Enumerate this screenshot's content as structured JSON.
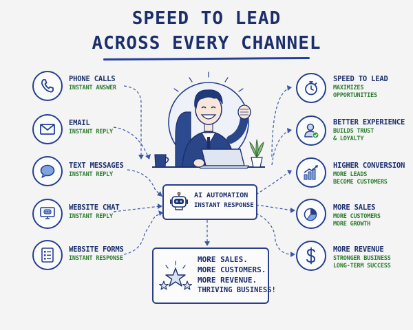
{
  "title": {
    "line1": "SPEED TO LEAD",
    "line2": "ACROSS EVERY CHANNEL"
  },
  "channels": [
    {
      "label": "PHONE CALLS",
      "sub": "INSTANT ANSWER",
      "icon": "phone-icon"
    },
    {
      "label": "EMAIL",
      "sub": "INSTANT REPLY",
      "icon": "envelope-icon"
    },
    {
      "label": "TEXT MESSAGES",
      "sub": "INSTANT REPLY",
      "icon": "chat-bubble-icon"
    },
    {
      "label": "WEBSITE CHAT",
      "sub": "INSTANT REPLY",
      "icon": "monitor-chat-icon"
    },
    {
      "label": "WEBSITE FORMS",
      "sub": "INSTANT RESPONSE",
      "icon": "form-list-icon"
    }
  ],
  "benefits": [
    {
      "label": "SPEED TO LEAD",
      "sub1": "MAXIMIZES",
      "sub2": "OPPORTUNITIES",
      "icon": "stopwatch-icon"
    },
    {
      "label": "BETTER EXPERIENCE",
      "sub1": "BUILDS TRUST",
      "sub2": "& LOYALTY",
      "icon": "user-check-icon"
    },
    {
      "label": "HIGHER CONVERSION",
      "sub1": "MORE LEADS",
      "sub2": "BECOME CUSTOMERS",
      "icon": "bar-chart-growth-icon"
    },
    {
      "label": "MORE SALES",
      "sub1": "MORE CUSTOMERS",
      "sub2": "MORE GROWTH",
      "icon": "pie-chart-icon"
    },
    {
      "label": "MORE REVENUE",
      "sub1": "STRONGER BUSINESS",
      "sub2": "LONG-TERM SUCCESS",
      "icon": "dollar-icon"
    }
  ],
  "automation": {
    "label": "AI AUTOMATION",
    "sub": "INSTANT RESPONSE",
    "icon": "robot-icon"
  },
  "result": {
    "lines": [
      "MORE SALES.",
      "MORE CUSTOMERS.",
      "MORE REVENUE.",
      "THRIVING BUSINESS!"
    ],
    "icon": "stars-icon"
  },
  "colors": {
    "ink": "#1c2f6b",
    "accent_blue": "#243f9a",
    "green": "#2e7d32",
    "background": "#f3f4f3"
  }
}
